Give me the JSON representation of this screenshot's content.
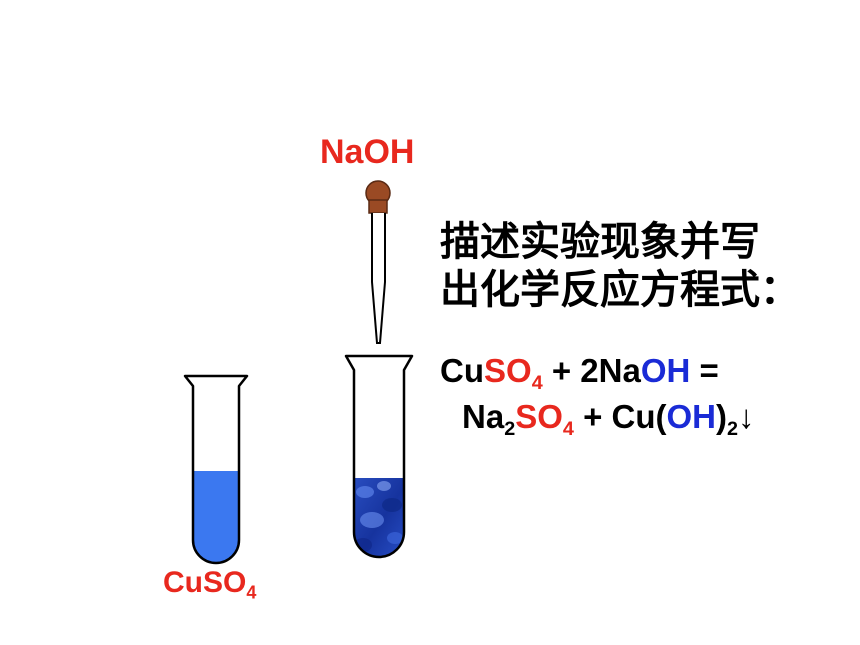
{
  "labels": {
    "naoh": "NaOH",
    "cuso4_main": "CuSO",
    "cuso4_sub": "4"
  },
  "question": {
    "line1": "描述实验现象并写",
    "line2": "出化学反应方程式："
  },
  "equation": {
    "cu": "Cu",
    "so": "SO",
    "sub4": "4",
    "plus_2na": " + 2Na",
    "oh": "OH",
    "equals": " =",
    "na": "Na",
    "sub2": "2",
    "plus_cu": " + Cu(",
    "close_paren": ")",
    "arrow": "↓"
  },
  "colors": {
    "reagent_red": "#e8281e",
    "ion_blue": "#1a2bd6",
    "cuso4_solution": "#3b78f0",
    "precipitate": "#1f3fb3",
    "dropper_bulb": "#9a4a24"
  },
  "icons": [
    "dropper-icon",
    "test-tube-icon"
  ]
}
